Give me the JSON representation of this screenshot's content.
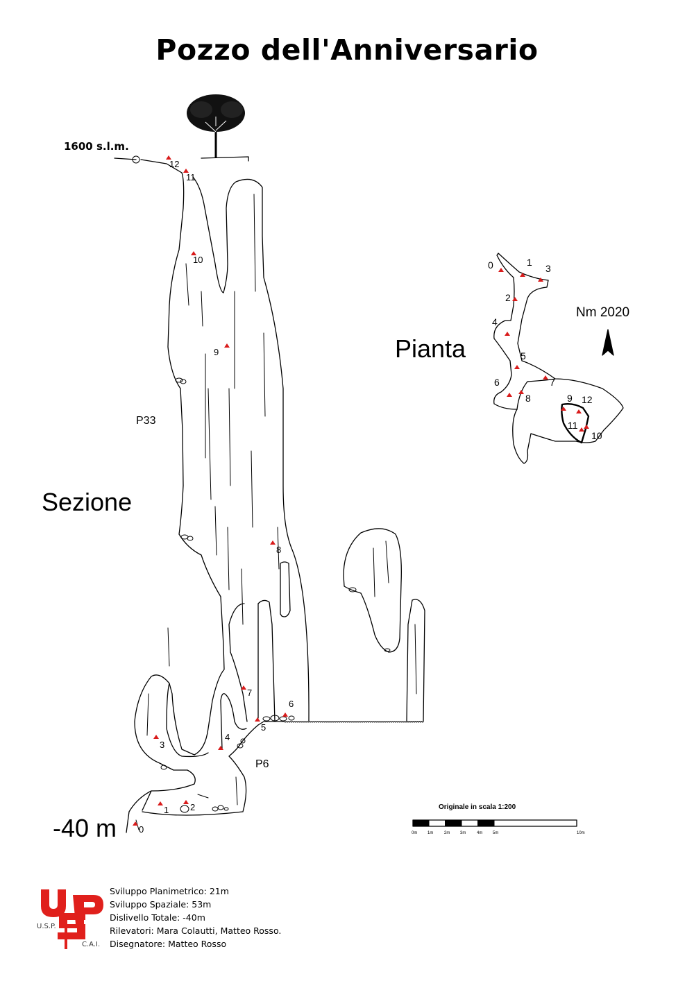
{
  "title": "Pozzo dell'Anniversario",
  "elevation_label": "1600 s.l.m.",
  "section_label": "Sezione",
  "plan_label": "Pianta",
  "north_label": "Nm 2020",
  "depth_label": "-40 m",
  "pitches": {
    "p33": "P33",
    "p6": "P6"
  },
  "section_stations": [
    "12",
    "11",
    "10",
    "9",
    "8",
    "7",
    "6",
    "5",
    "4",
    "3",
    "2",
    "1",
    "0"
  ],
  "plan_stations": [
    "0",
    "1",
    "3",
    "2",
    "4",
    "5",
    "6",
    "7",
    "8",
    "9",
    "12",
    "11",
    "10"
  ],
  "scale": {
    "title": "Originale in scala 1:200",
    "ticks": [
      "0m",
      "1m",
      "2m",
      "3m",
      "4m",
      "5m",
      "10m"
    ]
  },
  "info": {
    "sviluppo_planimetrico": "Sviluppo Planimetrico: 21m",
    "sviluppo_spaziale": "Sviluppo Spaziale: 53m",
    "dislivello": "Dislivello Totale: -40m",
    "rilevatori": "Rilevatori: Mara Colautti, Matteo Rosso.",
    "disegnatore": "Disegnatore: Matteo Rosso"
  },
  "logo": {
    "letters": "USP",
    "sub_left": "U.S.P.",
    "sub_right": "C.A.I."
  },
  "colors": {
    "station": "#d91b1b",
    "logo": "#e0201c",
    "line": "#000000"
  }
}
